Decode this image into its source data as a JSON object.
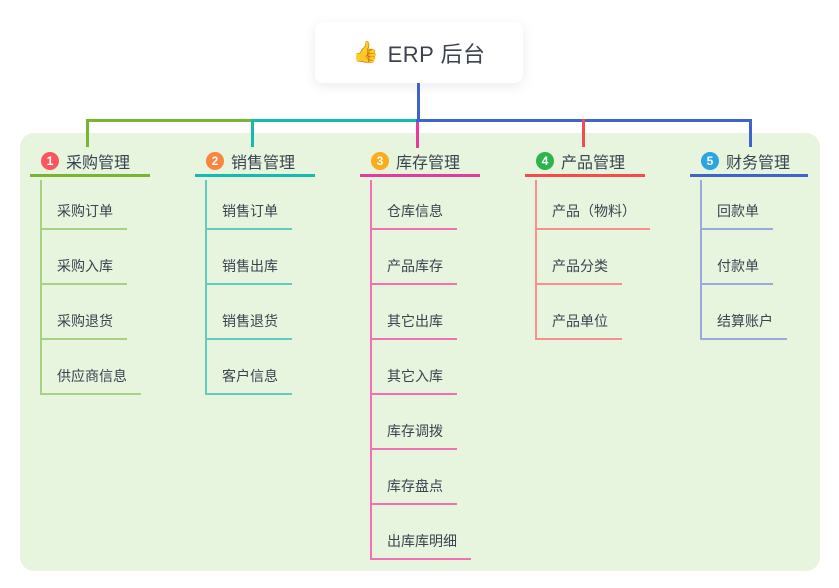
{
  "root": {
    "icon": "👍",
    "title": "ERP 后台"
  },
  "branches": [
    {
      "num": "1",
      "label": "采购管理",
      "badge_color": "#f8575f",
      "line_color": "#79b531",
      "item_line_color": "#a6d381",
      "items": [
        "采购订单",
        "采购入库",
        "采购退货",
        "供应商信息"
      ]
    },
    {
      "num": "2",
      "label": "销售管理",
      "badge_color": "#f9853f",
      "line_color": "#14bcb0",
      "item_line_color": "#66c9bf",
      "items": [
        "销售订单",
        "销售出库",
        "销售退货",
        "客户信息"
      ]
    },
    {
      "num": "3",
      "label": "库存管理",
      "badge_color": "#fbab1c",
      "line_color": "#e53b9d",
      "item_line_color": "#f171b4",
      "items": [
        "仓库信息",
        "产品库存",
        "其它出库",
        "其它入库",
        "库存调拨",
        "库存盘点",
        "出库库明细"
      ]
    },
    {
      "num": "4",
      "label": "产品管理",
      "badge_color": "#2db44d",
      "line_color": "#f64b4b",
      "item_line_color": "#f5928c",
      "items": [
        "产品（物料）",
        "产品分类",
        "产品单位"
      ]
    },
    {
      "num": "5",
      "label": "财务管理",
      "badge_color": "#2aa5e0",
      "line_color": "#3f63ca",
      "item_line_color": "#97aadc",
      "items": [
        "回款单",
        "付款单",
        "结算账户"
      ]
    }
  ],
  "colors": {
    "panel_background": "#e7f4de",
    "root_connector": "#3f63ca",
    "text": "#3b4351",
    "card_background": "#ffffff"
  }
}
